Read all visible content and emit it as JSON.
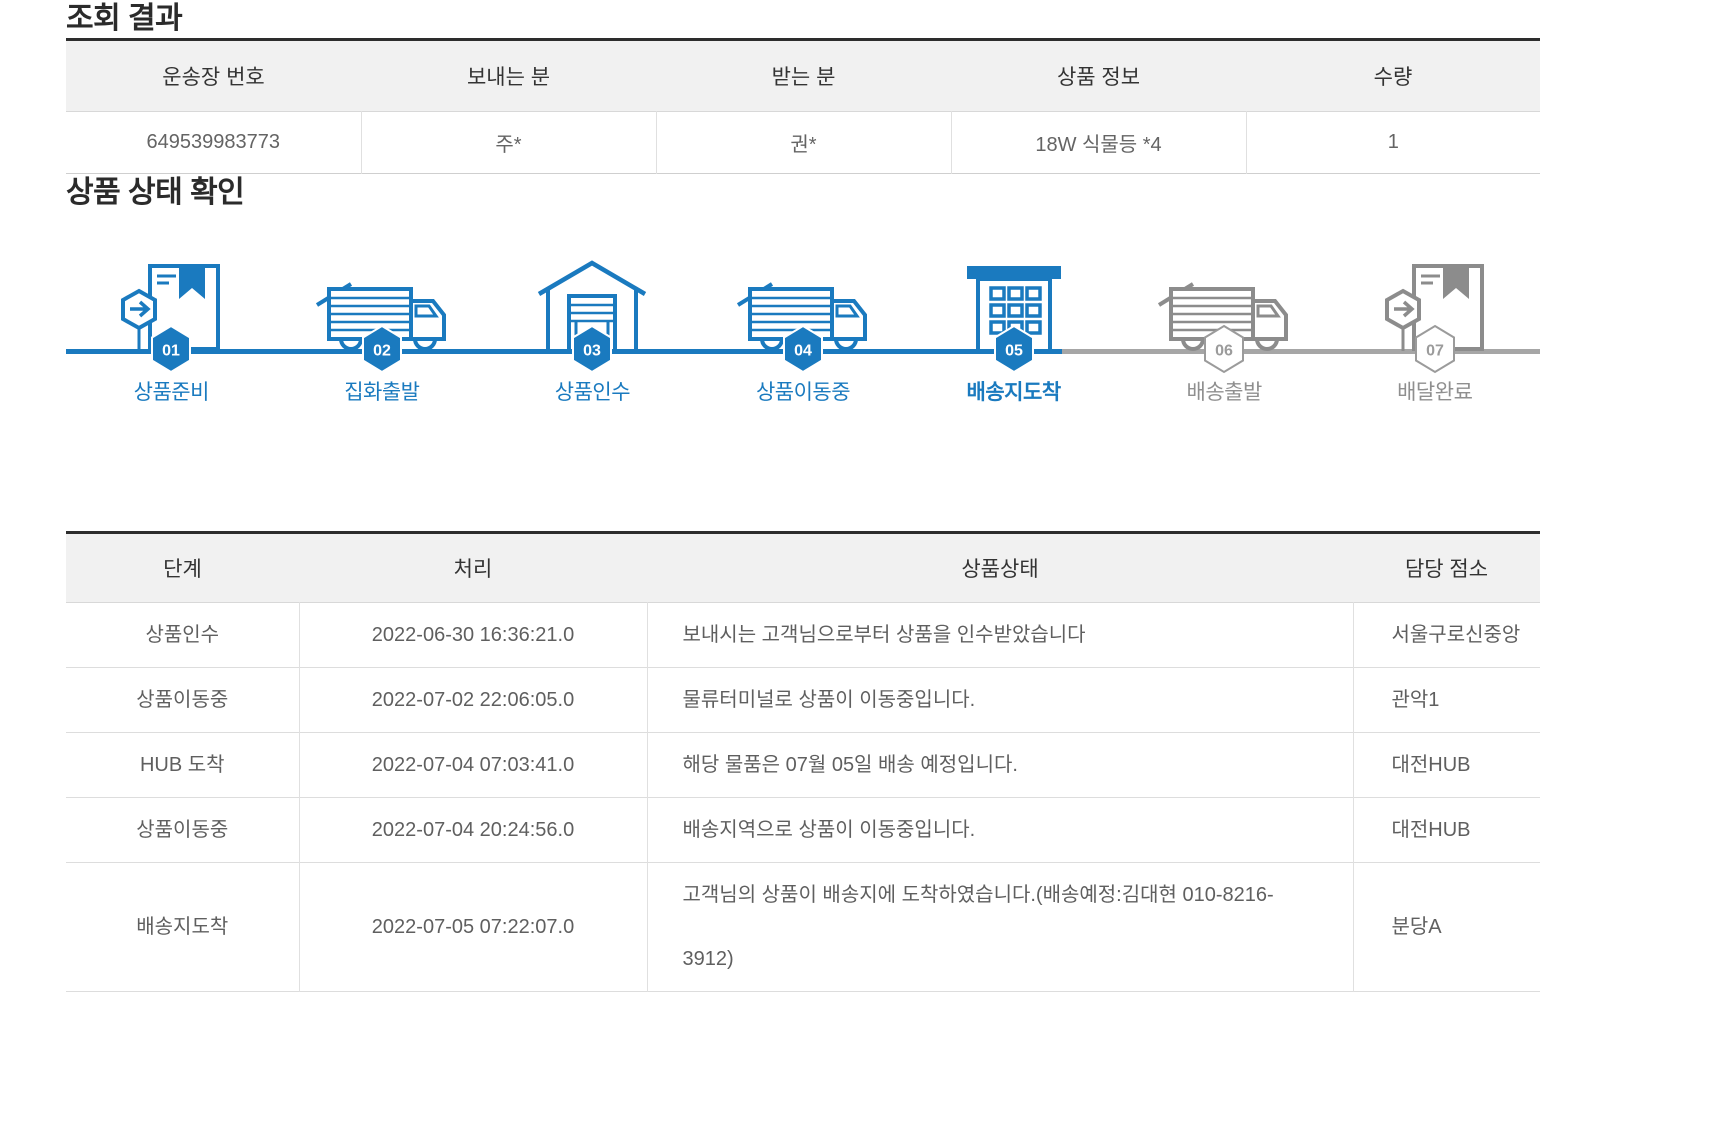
{
  "page": {
    "section1_title": "조회 결과",
    "section2_title": "상품 상태 확인"
  },
  "summary_table": {
    "headers": [
      "운송장 번호",
      "보내는 분",
      "받는 분",
      "상품 정보",
      "수량"
    ],
    "row": [
      "649539983773",
      "주*",
      "권*",
      "18W 식물등 *4",
      "1"
    ]
  },
  "tracker": {
    "active_step_number": "05",
    "active_step_label": "배송지도착",
    "steps": [
      {
        "num": "01",
        "label": "상품준비",
        "icon": "package-icon",
        "state": "done"
      },
      {
        "num": "02",
        "label": "집화출발",
        "icon": "truck-icon",
        "state": "done"
      },
      {
        "num": "03",
        "label": "상품인수",
        "icon": "warehouse-icon",
        "state": "done"
      },
      {
        "num": "04",
        "label": "상품이동중",
        "icon": "truck-icon",
        "state": "done"
      },
      {
        "num": "05",
        "label": "배송지도착",
        "icon": "building-icon",
        "state": "current"
      },
      {
        "num": "06",
        "label": "배송출발",
        "icon": "truck-icon",
        "state": "pending"
      },
      {
        "num": "07",
        "label": "배달완료",
        "icon": "package-icon",
        "state": "pending"
      }
    ]
  },
  "history_table": {
    "headers": [
      "단계",
      "처리",
      "상품상태",
      "담당 점소"
    ],
    "rows": [
      [
        "상품인수",
        "2022-06-30 16:36:21.0",
        "보내시는 고객님으로부터 상품을 인수받았습니다",
        "서울구로신중앙"
      ],
      [
        "상품이동중",
        "2022-07-02 22:06:05.0",
        "물류터미널로 상품이 이동중입니다.",
        "관악1"
      ],
      [
        "HUB 도착",
        "2022-07-04 07:03:41.0",
        "해당 물품은 07월 05일 배송 예정입니다.",
        "대전HUB"
      ],
      [
        "상품이동중",
        "2022-07-04 20:24:56.0",
        "배송지역으로 상품이 이동중입니다.",
        "대전HUB"
      ],
      [
        "배송지도착",
        "2022-07-05 07:22:07.0",
        "고객님의 상품이 배송지에 도착하였습니다.(배송예정:김대현 010-8216-3912)",
        "분당A"
      ]
    ]
  },
  "colors": {
    "accent_blue": "#1a7abf",
    "inactive_gray": "#8c8c8c",
    "header_bg": "#f1f1f1",
    "dark_border": "#2d2d2d"
  }
}
